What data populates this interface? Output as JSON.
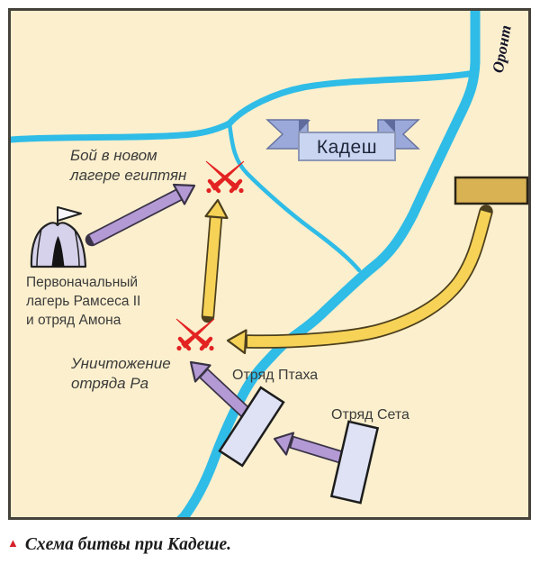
{
  "map": {
    "background": "#FBEFCD",
    "border_color": "#45423B",
    "city_banner": {
      "label": "Кадеш"
    },
    "river": {
      "label": "Оронт",
      "color": "#2FBCE7"
    },
    "annotations": {
      "new_camp_battle": "Бой в новом\nлагере египтян",
      "original_camp": "Первоначальный\nлагерь Рамсеса II\nи отряд Амона",
      "ra_destruction": "Уничтожение\nотряда Ра",
      "ptah_division": "Отряд Птаха",
      "seth_division": "Отряд Сета"
    },
    "colors": {
      "egyptian_arrow": "#B49AD5",
      "hittite_arrow": "#F6D257",
      "hittite_unit": "#D9B254",
      "egyptian_unit": "#DEE2F4",
      "battle_marker": "#E32222",
      "banner_wing": "#9AA9DA",
      "banner_center": "#C9D5F1",
      "tent_fill": "#D7D2EB"
    }
  },
  "caption": {
    "marker": "▲",
    "text": "Схема битвы при Кадеше."
  }
}
